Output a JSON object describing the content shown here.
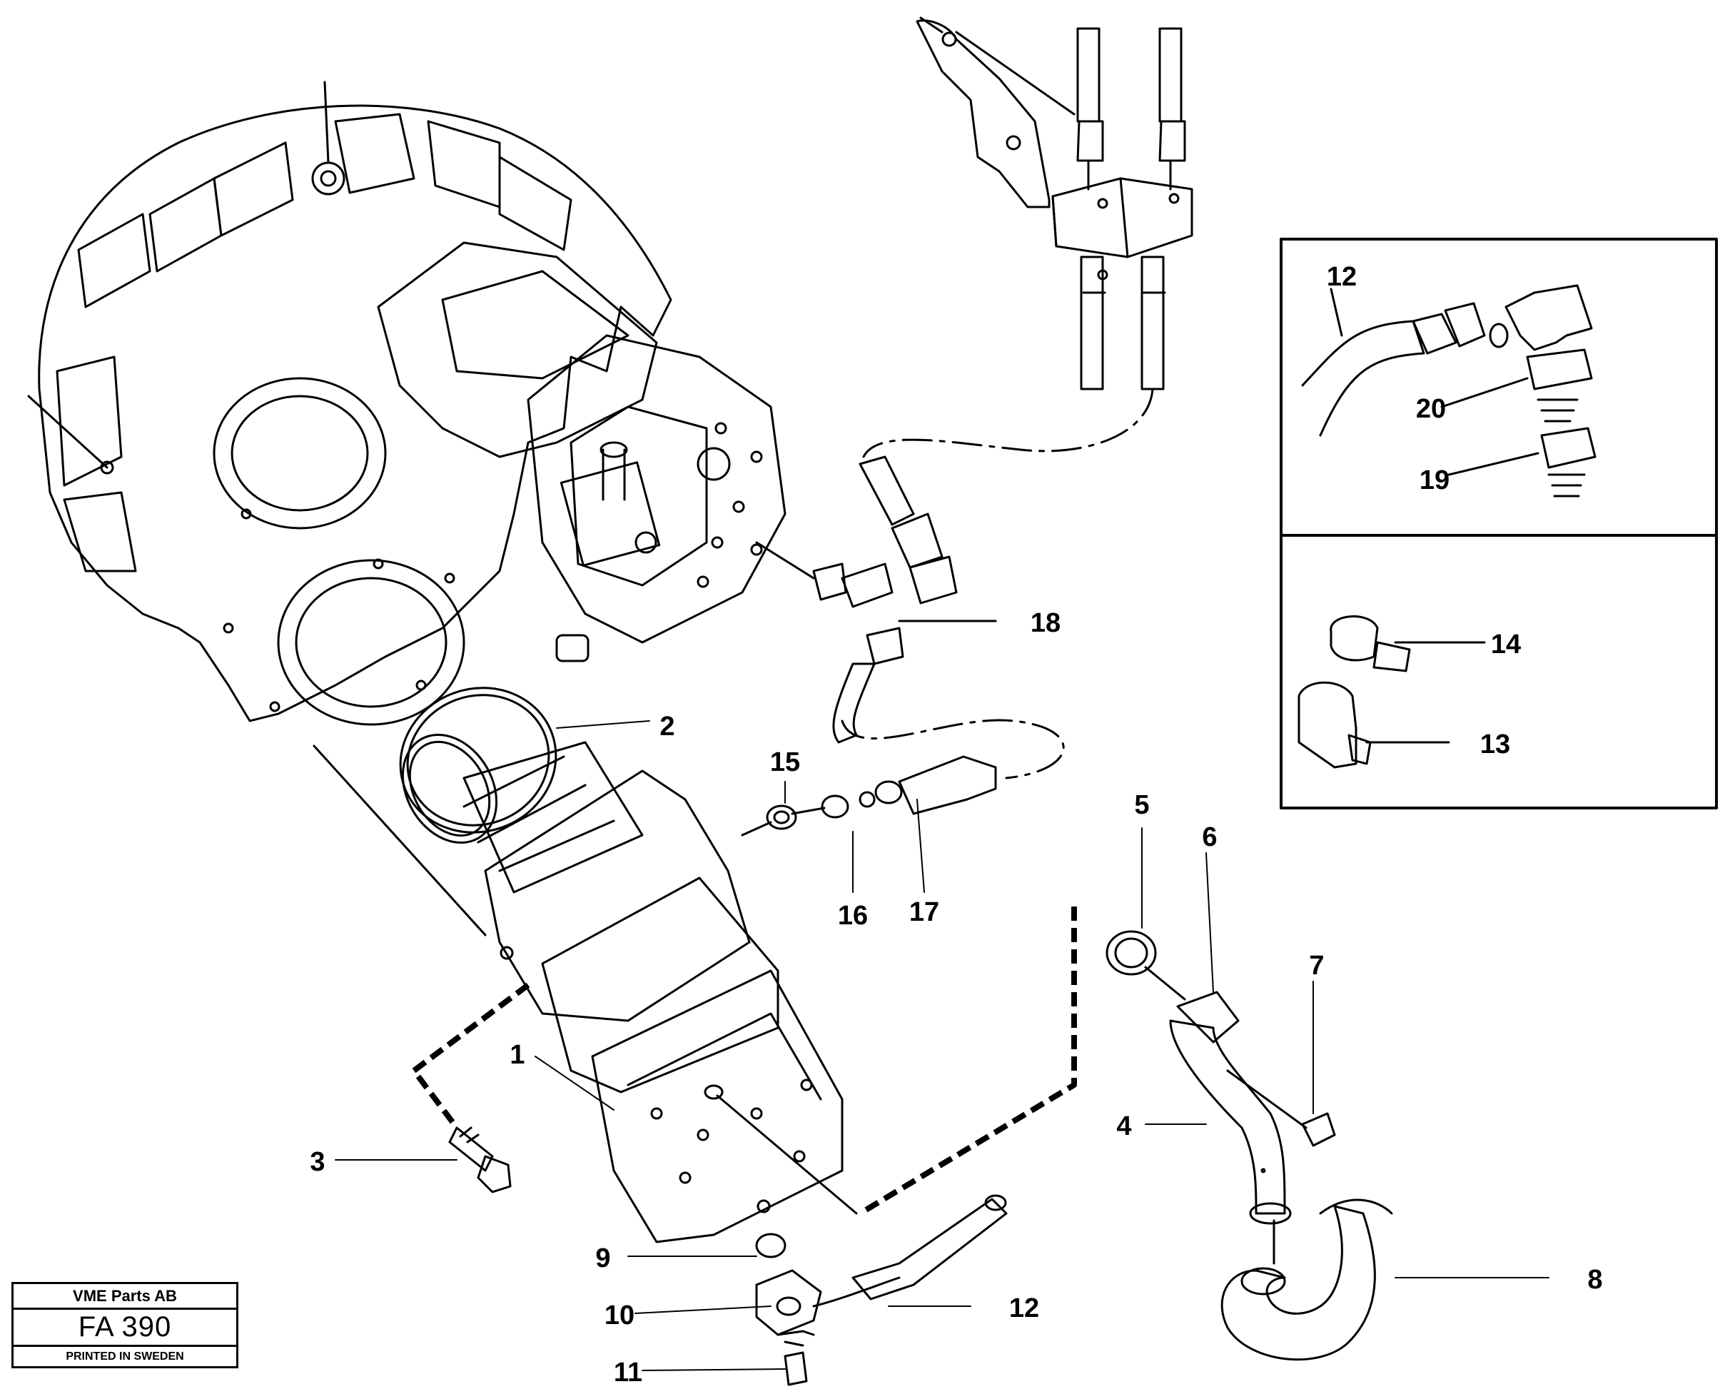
{
  "callouts": [
    {
      "id": "c1",
      "label": "1"
    },
    {
      "id": "c2",
      "label": "2"
    },
    {
      "id": "c3",
      "label": "3"
    },
    {
      "id": "c4",
      "label": "4"
    },
    {
      "id": "c5",
      "label": "5"
    },
    {
      "id": "c6",
      "label": "6"
    },
    {
      "id": "c7",
      "label": "7"
    },
    {
      "id": "c8",
      "label": "8"
    },
    {
      "id": "c9",
      "label": "9"
    },
    {
      "id": "c10",
      "label": "10"
    },
    {
      "id": "c11",
      "label": "11"
    },
    {
      "id": "c12a",
      "label": "12"
    },
    {
      "id": "c12b",
      "label": "12"
    },
    {
      "id": "c13",
      "label": "13"
    },
    {
      "id": "c14",
      "label": "14"
    },
    {
      "id": "c15",
      "label": "15"
    },
    {
      "id": "c16",
      "label": "16"
    },
    {
      "id": "c17",
      "label": "17"
    },
    {
      "id": "c18",
      "label": "18"
    },
    {
      "id": "c19",
      "label": "19"
    },
    {
      "id": "c20",
      "label": "20"
    }
  ],
  "stamp": {
    "company": "VME Parts AB",
    "code": "FA 390",
    "printed": "PRINTED IN SWEDEN"
  }
}
